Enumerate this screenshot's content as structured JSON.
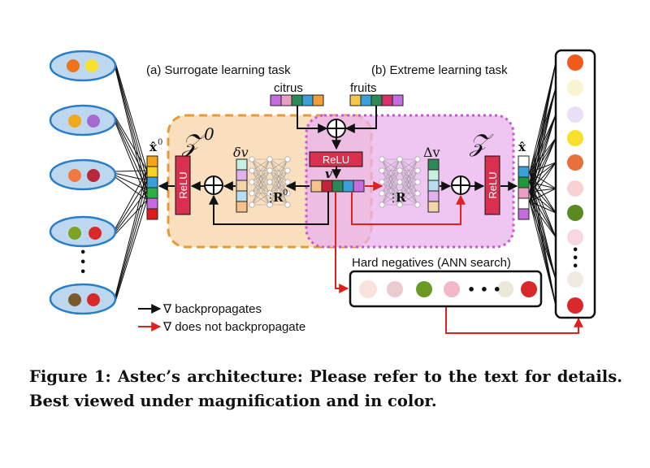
{
  "panels": {
    "surrogate_title": "(a) Surrogate learning task",
    "extreme_title": "(b) Extreme learning task"
  },
  "inputs": {
    "citrus": "citrus",
    "fruits": "fruits"
  },
  "symbols": {
    "z0": "𝒵",
    "z0_sup": "0",
    "z": "𝒵",
    "x0hat": "x̂",
    "x0hat_sup": "0",
    "xhat": "x̂",
    "dv0": "δv",
    "dv": "Δv",
    "v": "v",
    "r0": "R",
    "r0_sup": "0",
    "r": "R",
    "dots": "⋮",
    "relu": "ReLU"
  },
  "hard_negatives": {
    "label": "Hard negatives (ANN search)",
    "ellipsis": "• • •"
  },
  "legend": {
    "black": "∇ backpropagates",
    "red": "∇ does not backpropagate"
  },
  "left_ellipsis": "•\n•\n•",
  "right_ellipsis": "•\n•\n•",
  "caption": "Figure 1: Astec’s architecture: Please refer to the text for details. Best viewed under magnification and in color.",
  "colors": {
    "orange_panel": "#f9dcb8",
    "orange_border": "#e79a3a",
    "pink_panel": "#eab2ee",
    "pink_border": "#c855d4",
    "relu": "#d9304f",
    "red_arrow": "#e0201c",
    "ellipse_fill": "#bcd7ee",
    "ellipse_border": "#2a7ec7"
  }
}
